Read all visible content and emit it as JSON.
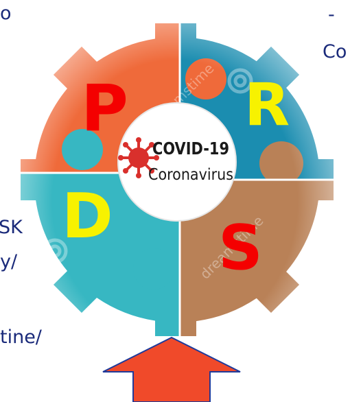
{
  "side_text": {
    "frag_top_left": "o",
    "frag_top_right_1": "-",
    "frag_top_right_2": "Co",
    "frag_left_1": "SK",
    "frag_left_2": "y/",
    "frag_left_3": "tine/"
  },
  "puzzle": {
    "letters": {
      "p": "P",
      "r": "R",
      "d": "D",
      "s": "S"
    },
    "center_logo": {
      "title": "COVID-19",
      "subtitle": "Coronavirus"
    },
    "watermark": "dreamstime"
  },
  "colors": {
    "orange": "#ef6a3a",
    "blue": "#1b8db0",
    "teal": "#37b7c2",
    "tan": "#b98157",
    "letter_yellow": "#f7f200",
    "letter_red": "#f40000",
    "arrow": "#f04a2a",
    "virus_red": "#d9302c"
  }
}
